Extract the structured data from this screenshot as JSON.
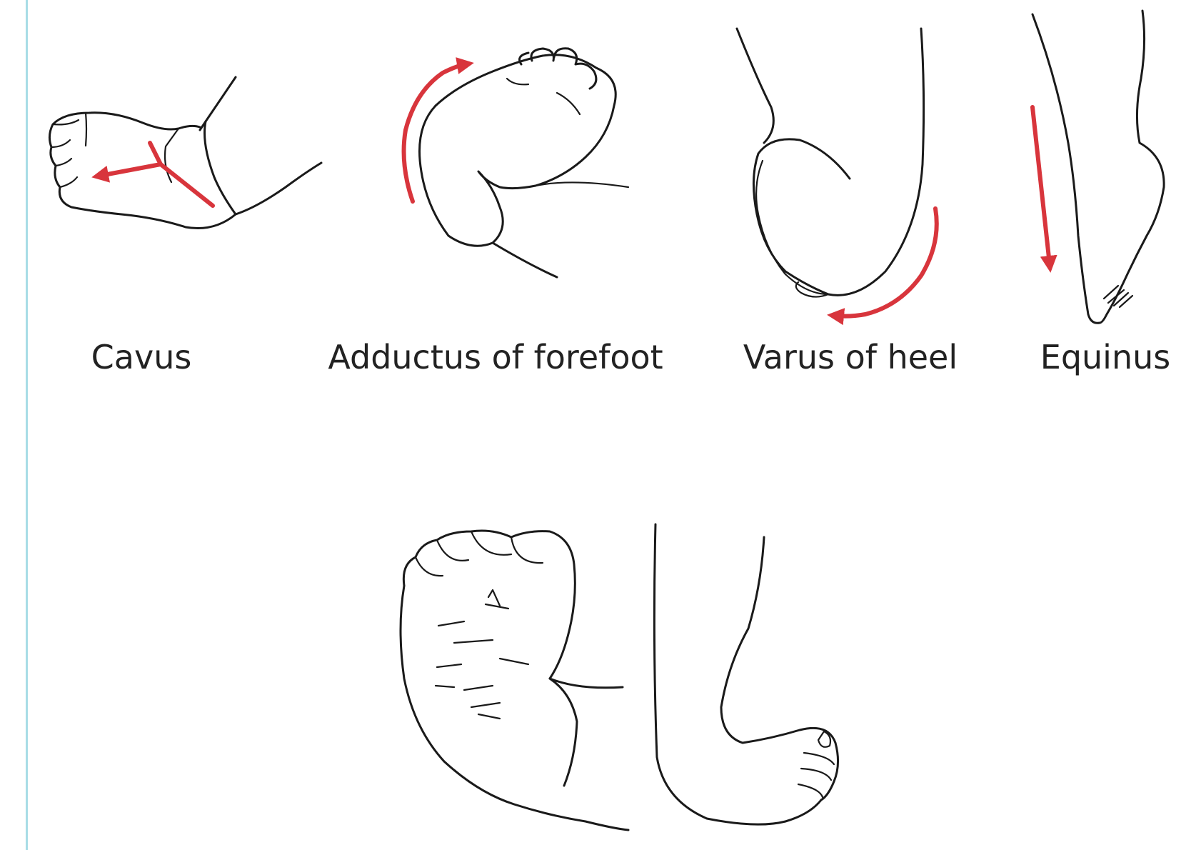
{
  "diagram": {
    "colors": {
      "accent_arrow": "#d8353c",
      "line_art": "#1a1a1a",
      "left_rule": "#a8dde6",
      "caption_text": "#222222"
    },
    "panels": [
      {
        "id": "cavus",
        "label": "Cavus",
        "icon": "cavus-foot-icon"
      },
      {
        "id": "adductus",
        "label": "Adductus of forefoot",
        "icon": "adductus-foot-icon"
      },
      {
        "id": "varus",
        "label": "Varus of heel",
        "icon": "varus-heel-icon"
      },
      {
        "id": "equinus",
        "label": "Equinus",
        "icon": "equinus-foot-icon"
      }
    ],
    "bottom_illustration": {
      "icon": "clubfoot-sole-and-side-icon"
    }
  }
}
